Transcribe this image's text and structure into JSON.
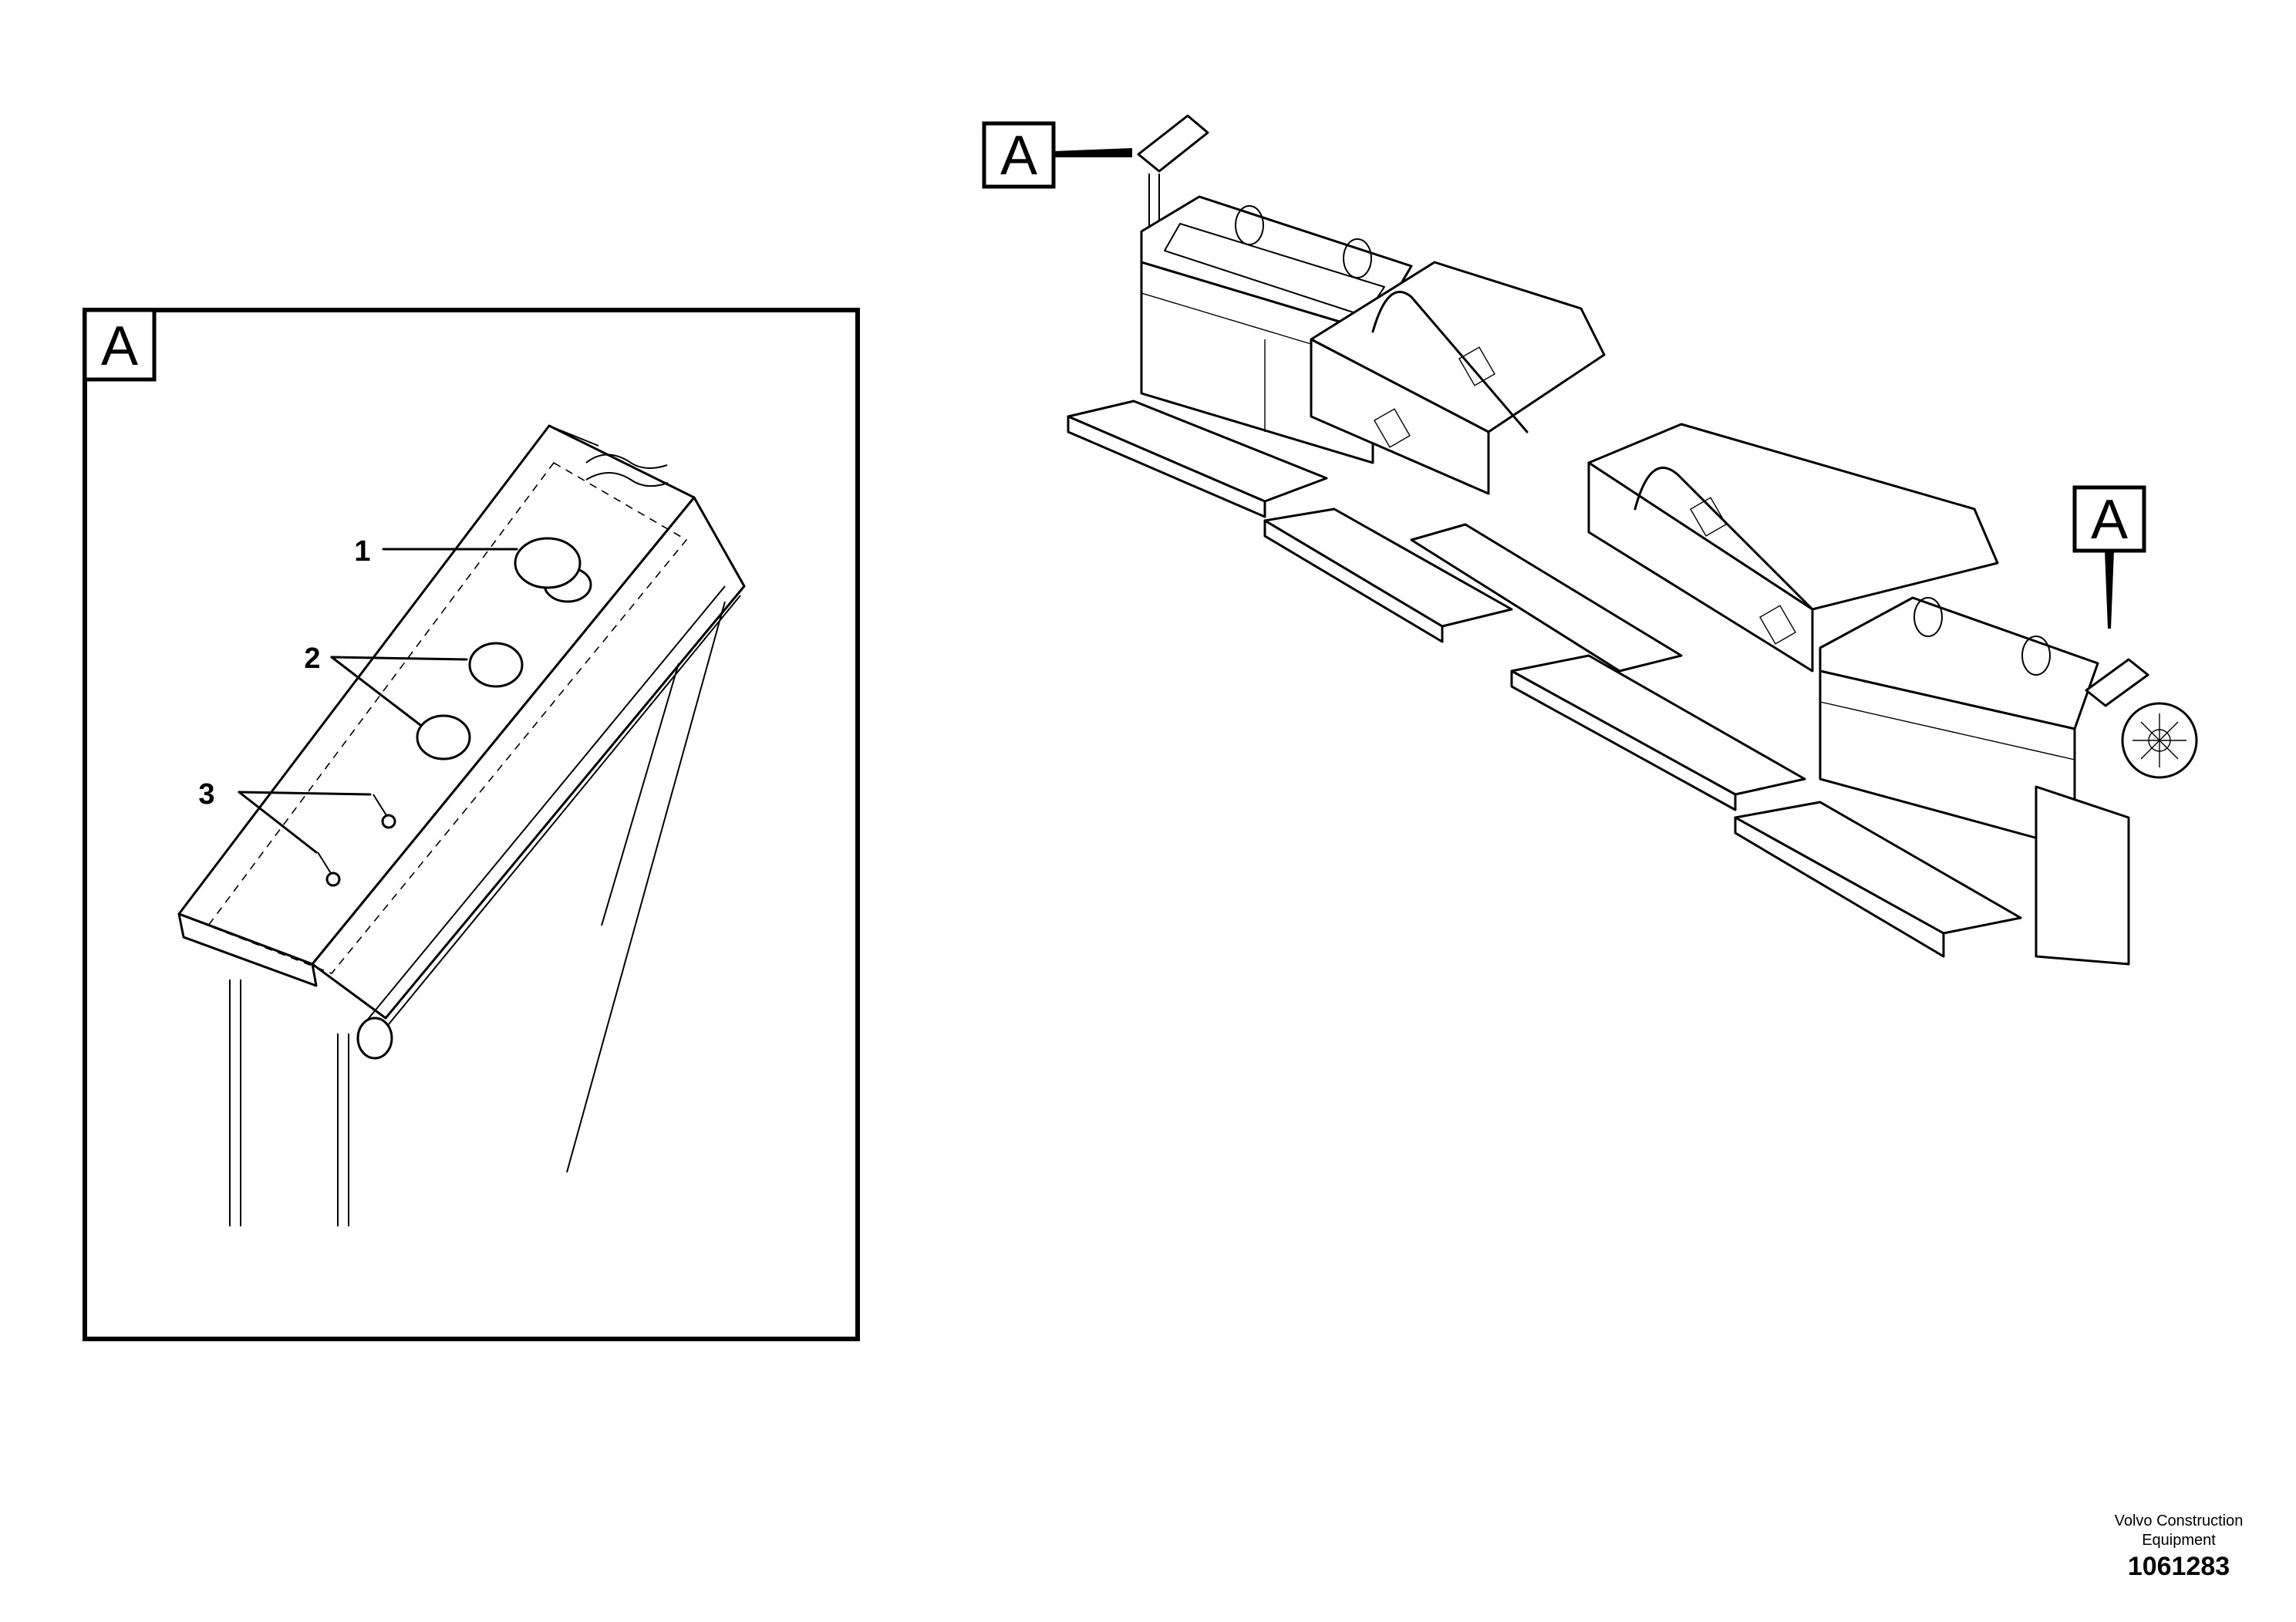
{
  "detail_view": {
    "letter": "A",
    "items": [
      {
        "number": "1"
      },
      {
        "number": "2"
      },
      {
        "number": "3"
      }
    ]
  },
  "main_view": {
    "callouts": [
      {
        "letter": "A"
      },
      {
        "letter": "A"
      }
    ]
  },
  "footer": {
    "brand_line1": "Volvo Construction",
    "brand_line2": "Equipment",
    "document_number": "1061283"
  }
}
